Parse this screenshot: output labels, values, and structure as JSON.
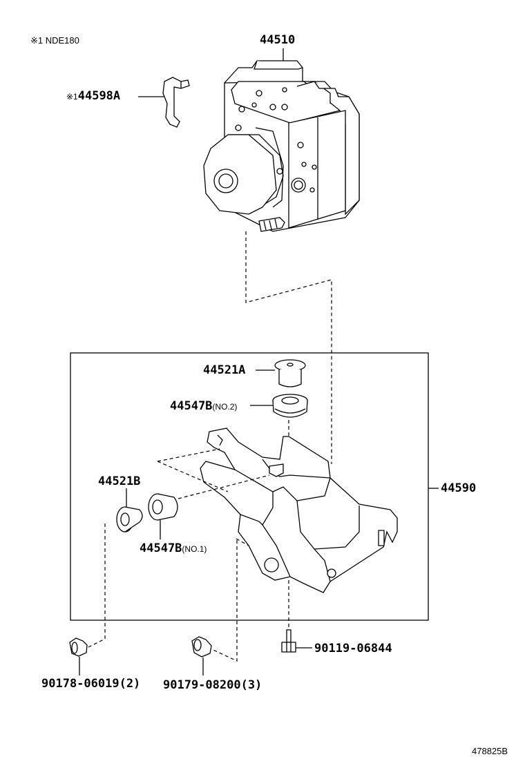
{
  "note": "※1 NDE180",
  "catalog_id": "478825B",
  "parts": {
    "p44510": "44510",
    "p44598A_mark": "※1",
    "p44598A": "44598A",
    "p44521A": "44521A",
    "p44547B_no2": "44547B",
    "p44547B_no2_suffix": "(NO.2)",
    "p44521B": "44521B",
    "p44547B_no1": "44547B",
    "p44547B_no1_suffix": "(NO.1)",
    "p44590": "44590",
    "p90119": "90119-06844",
    "p90178": "90178-06019(2)",
    "p90179": "90179-08200(3)"
  }
}
